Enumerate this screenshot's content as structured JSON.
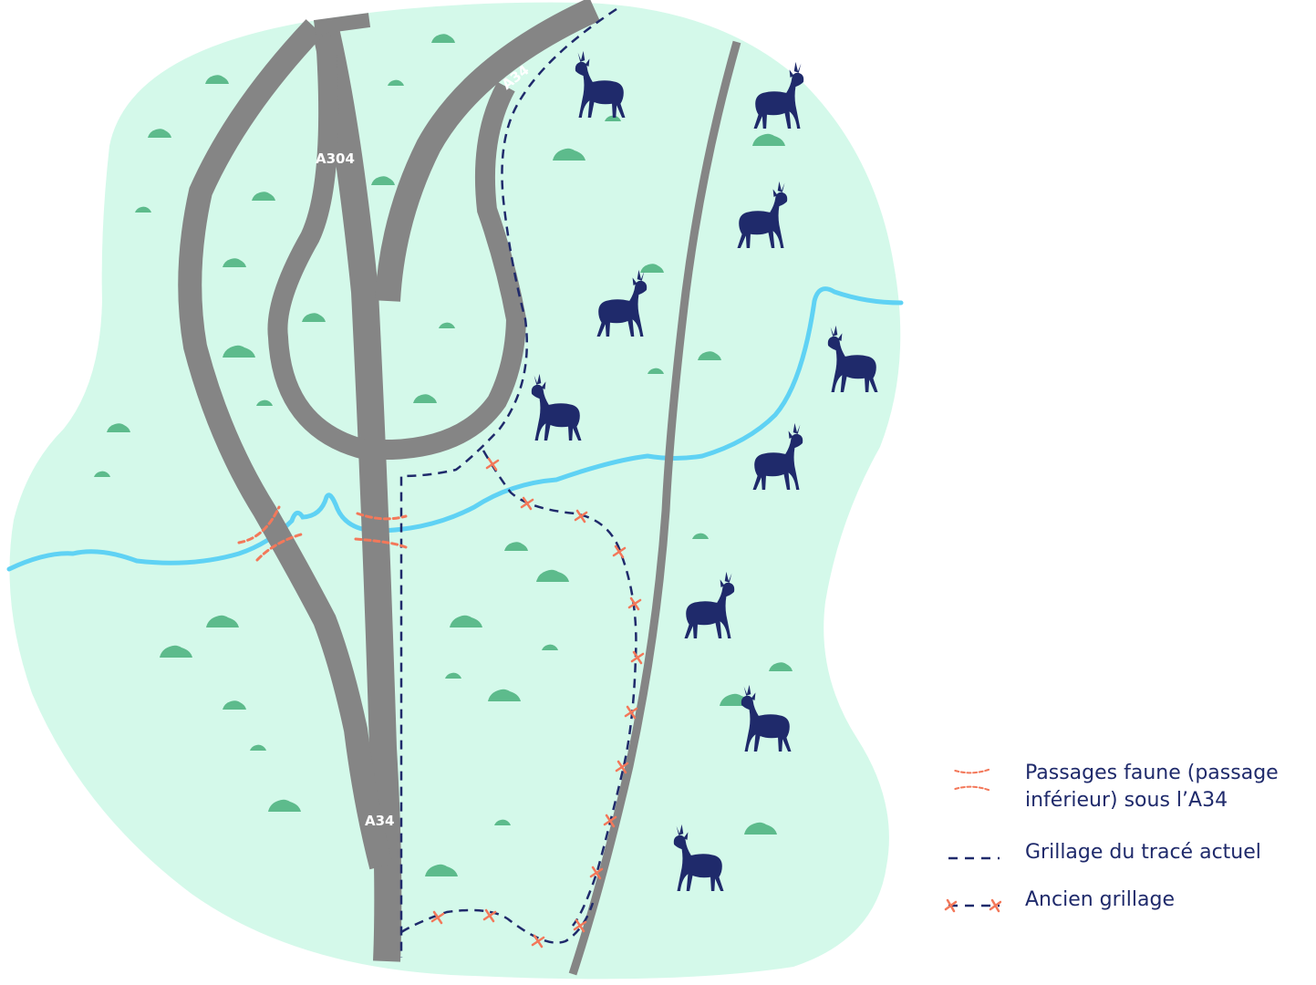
{
  "map": {
    "colors": {
      "background": "#d4f9ea",
      "road": "#858585",
      "river": "#5fd2f4",
      "shrub": "#5dbb8c",
      "deer": "#1f2a6b",
      "fence_current": "#1f2a6b",
      "fence_old": "#f3785a",
      "wildlife_passage": "#f3785a"
    },
    "road_labels": {
      "a304": "A304",
      "a34_top": "A34",
      "a34_bottom": "A34"
    },
    "icons": {
      "deer": "deer-icon",
      "shrub": "shrub-icon"
    }
  },
  "legend": {
    "passages": {
      "line1": "Passages faune (passage",
      "line2": "inférieur) sous l’A34"
    },
    "current_fence": "Grillage du tracé actuel",
    "old_fence": "Ancien grillage"
  }
}
